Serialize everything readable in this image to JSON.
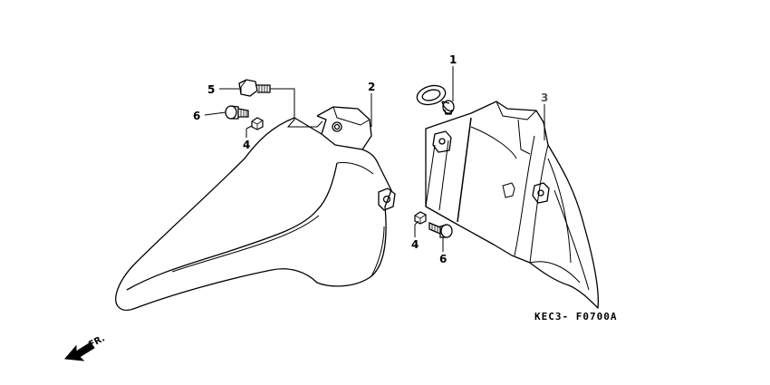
{
  "diagram": {
    "part_labels": {
      "p1": "1",
      "p2": "2",
      "p3": "3",
      "p4a": "4",
      "p4b": "4",
      "p5": "5",
      "p6a": "6",
      "p6b": "6"
    },
    "reference_code": "KEC3- F0700A",
    "direction_label": "FR.",
    "colors": {
      "line": "#000000",
      "label3": "#555555",
      "background": "#ffffff"
    }
  }
}
